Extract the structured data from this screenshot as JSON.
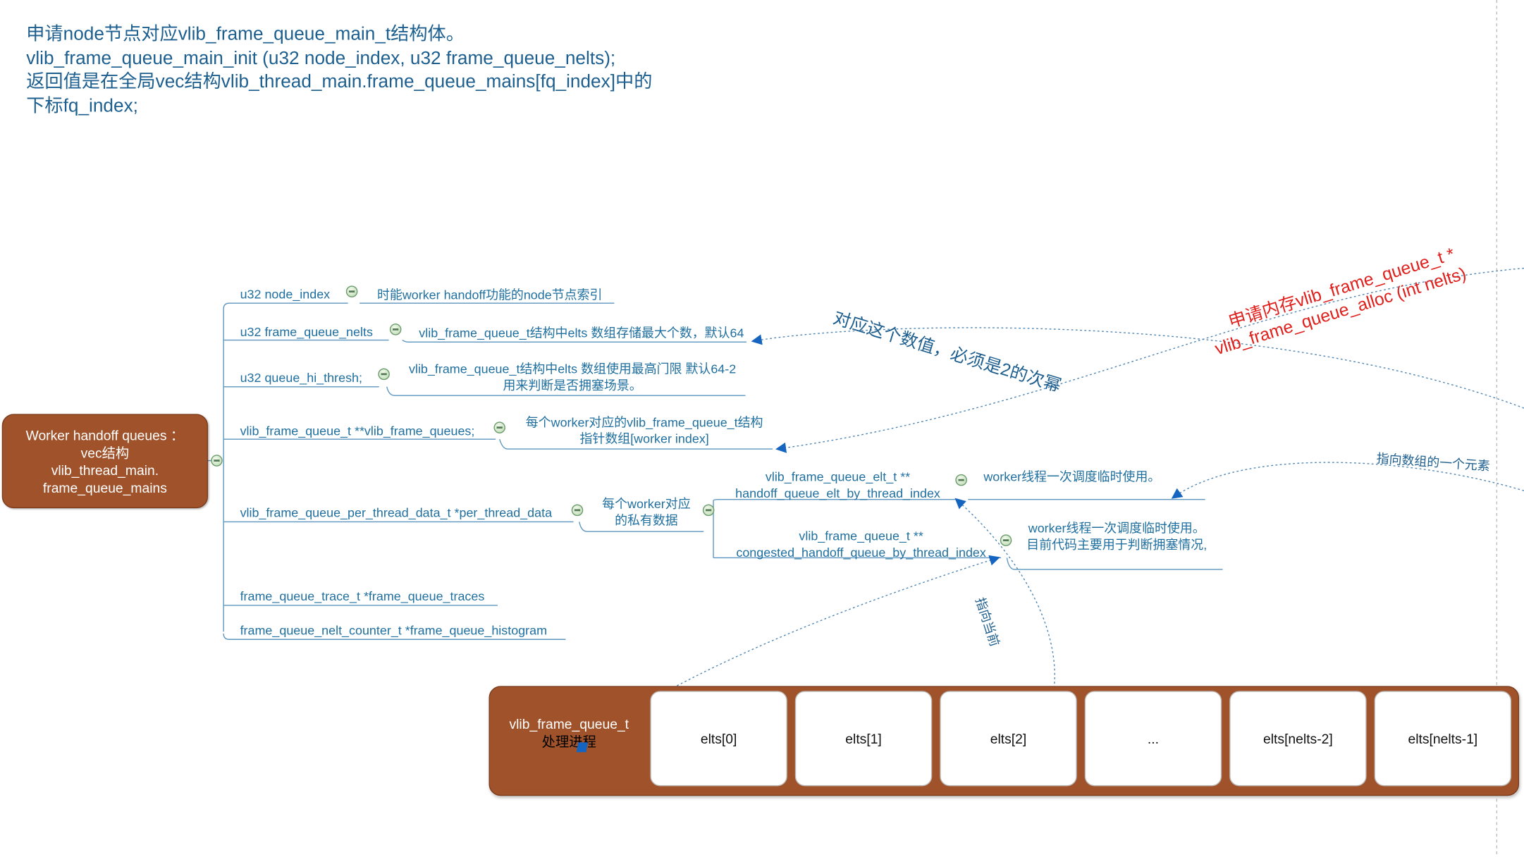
{
  "header": {
    "lines": [
      "申请node节点对应vlib_frame_queue_main_t结构体。",
      "vlib_frame_queue_main_init (u32 node_index, u32 frame_queue_nelts);",
      "返回值是在全局vec结构vlib_thread_main.frame_queue_mains[fq_index]中的",
      "下标fq_index;"
    ]
  },
  "root": {
    "lines": [
      "Worker handoff queues ：",
      "vec结构",
      "vlib_thread_main.",
      "frame_queue_mains"
    ]
  },
  "branches": [
    {
      "label": "u32 node_index",
      "note": [
        "时能worker handoff功能的node节点索引"
      ]
    },
    {
      "label": "u32 frame_queue_nelts",
      "note": [
        "vlib_frame_queue_t结构中elts 数组存储最大个数，默认64"
      ]
    },
    {
      "label": "u32 queue_hi_thresh;",
      "note": [
        "vlib_frame_queue_t结构中elts 数组使用最高门限 默认64-2",
        "用来判断是否拥塞场景。"
      ]
    },
    {
      "label": "vlib_frame_queue_t **vlib_frame_queues;",
      "note": [
        "每个worker对应的vlib_frame_queue_t结构",
        "指针数组[worker index]"
      ]
    },
    {
      "label": "vlib_frame_queue_per_thread_data_t *per_thread_data",
      "note": [
        "每个worker对应",
        "的私有数据"
      ]
    },
    {
      "label": "frame_queue_trace_t *frame_queue_traces"
    },
    {
      "label": "frame_queue_nelt_counter_t *frame_queue_histogram"
    }
  ],
  "sub_branches": [
    {
      "label": [
        "vlib_frame_queue_elt_t **",
        "handoff_queue_elt_by_thread_index"
      ],
      "note": [
        "worker线程一次调度临时使用。"
      ]
    },
    {
      "label": [
        "vlib_frame_queue_t **",
        "congested_handoff_queue_by_thread_index"
      ],
      "note": [
        "worker线程一次调度临时使用。",
        "目前代码主要用于判断拥塞情况,"
      ]
    }
  ],
  "annotations": {
    "power_of_two": "对应这个数值，必须是2的次幂",
    "alloc_line1": "申请内存vlib_frame_queue_t *",
    "alloc_line2": "vlib_frame_queue_alloc (int nelts)",
    "points_element": "指向数组的一个元素",
    "points_current": "指向当前"
  },
  "queue": {
    "title": "vlib_frame_queue_t",
    "subtitle": "处理进程",
    "elements": [
      "elts[0]",
      "elts[1]",
      "elts[2]",
      "...",
      "elts[nelts-2]",
      "elts[nelts-1]"
    ]
  },
  "colors": {
    "node_fill": "#a0532b",
    "text_blue": "#1f6f9f",
    "alloc_red": "#e0201c",
    "arrow_blue": "#1565c0"
  }
}
